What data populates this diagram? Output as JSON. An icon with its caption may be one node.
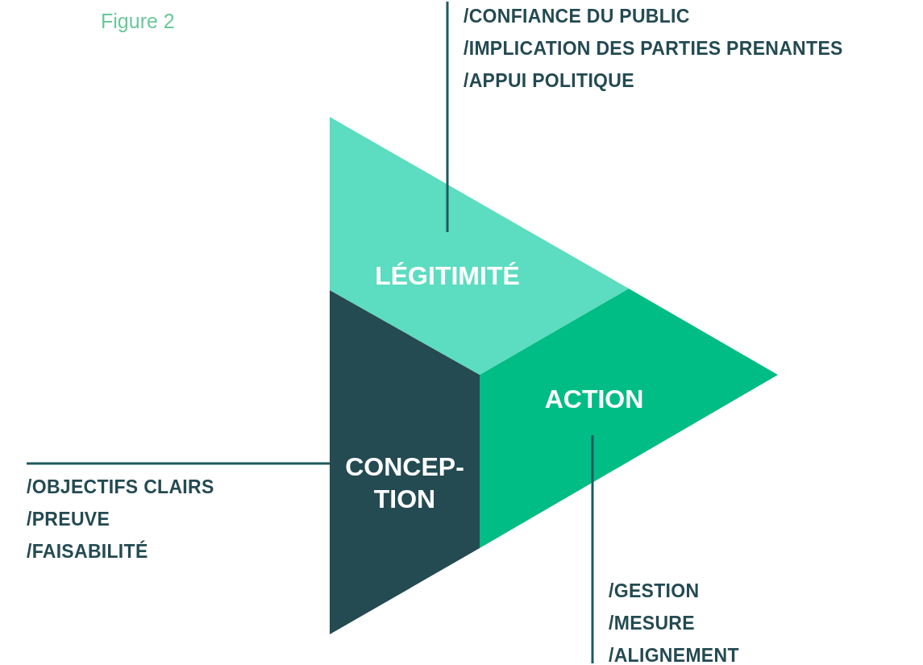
{
  "diagram": {
    "title": "Figure 2",
    "nodes": [
      {
        "text": [
          "LÉGITIMITÉ"
        ]
      },
      {
        "text": [
          "ACTION"
        ]
      },
      {
        "text": [
          "CONCEP- TION"
        ]
      },
      {
        "text": [
          "/CONFIANCE DU PUBLIC",
          "/IMPLICATION DES PARTIES PRENANTES",
          "/APPUI POLITIQUE"
        ]
      },
      {
        "text": [
          "/OBJECTIFS CLAIRS",
          "/PREUVE",
          "/FAISABILITÉ"
        ]
      },
      {
        "text": [
          "/GESTION",
          "/MESURE",
          "/ALIGNEMENT"
        ]
      }
    ],
    "edges": [
      {
        "from": 3,
        "to": 0,
        "arrow": "none"
      },
      {
        "from": 4,
        "to": 2,
        "arrow": "none"
      },
      {
        "from": 5,
        "to": 1,
        "arrow": "none"
      }
    ]
  }
}
